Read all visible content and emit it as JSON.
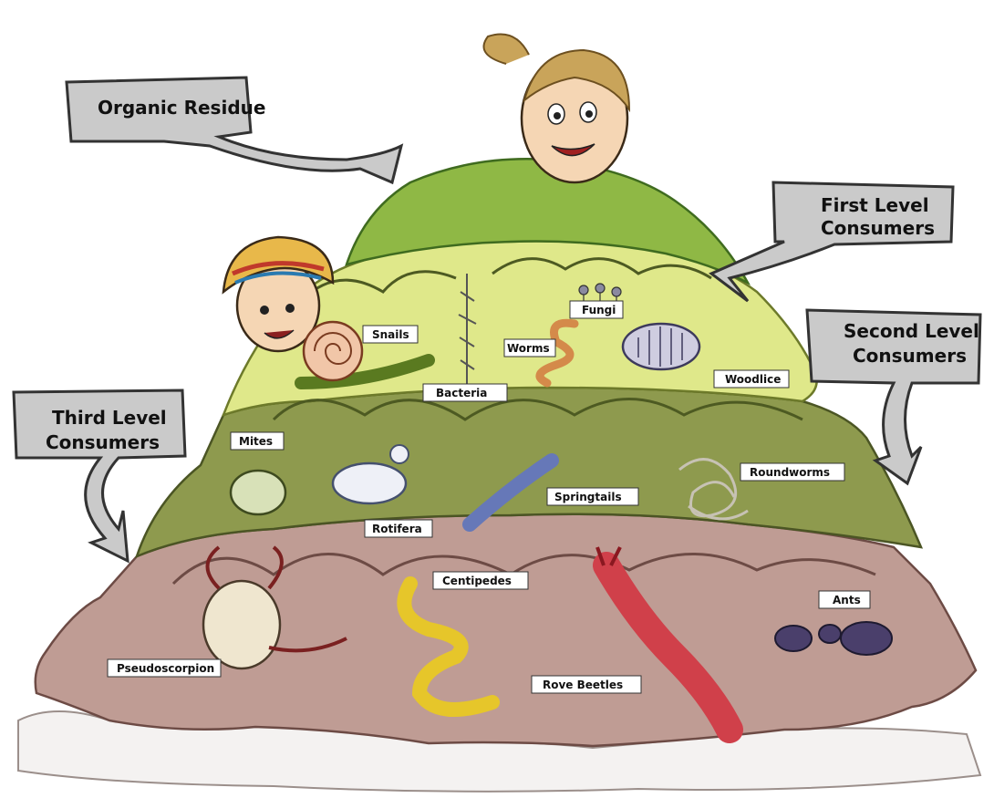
{
  "callouts": {
    "organic_residue": "Organic Residue",
    "first_level": [
      "First Level",
      "Consumers"
    ],
    "second_level": [
      "Second Level",
      "Consumers"
    ],
    "third_level": [
      "Third Level",
      "Consumers"
    ]
  },
  "labels": {
    "fungi": "Fungi",
    "snails": "Snails",
    "worms": "Worms",
    "bacteria": "Bacteria",
    "woodlice": "Woodlice",
    "mites": "Mites",
    "rotifera": "Rotifera",
    "springtails": "Springtails",
    "roundworms": "Roundworms",
    "centipedes": "Centipedes",
    "ants": "Ants",
    "pseudoscorpion": "Pseudoscorpion",
    "rove_beetles": "Rove Beetles"
  },
  "colors": {
    "top_layer": "#8fb845",
    "first_layer": "#dfe88a",
    "second_layer": "#8e9a4e",
    "third_layer": "#bf9c94",
    "callout_fill": "#c9c9c9"
  }
}
